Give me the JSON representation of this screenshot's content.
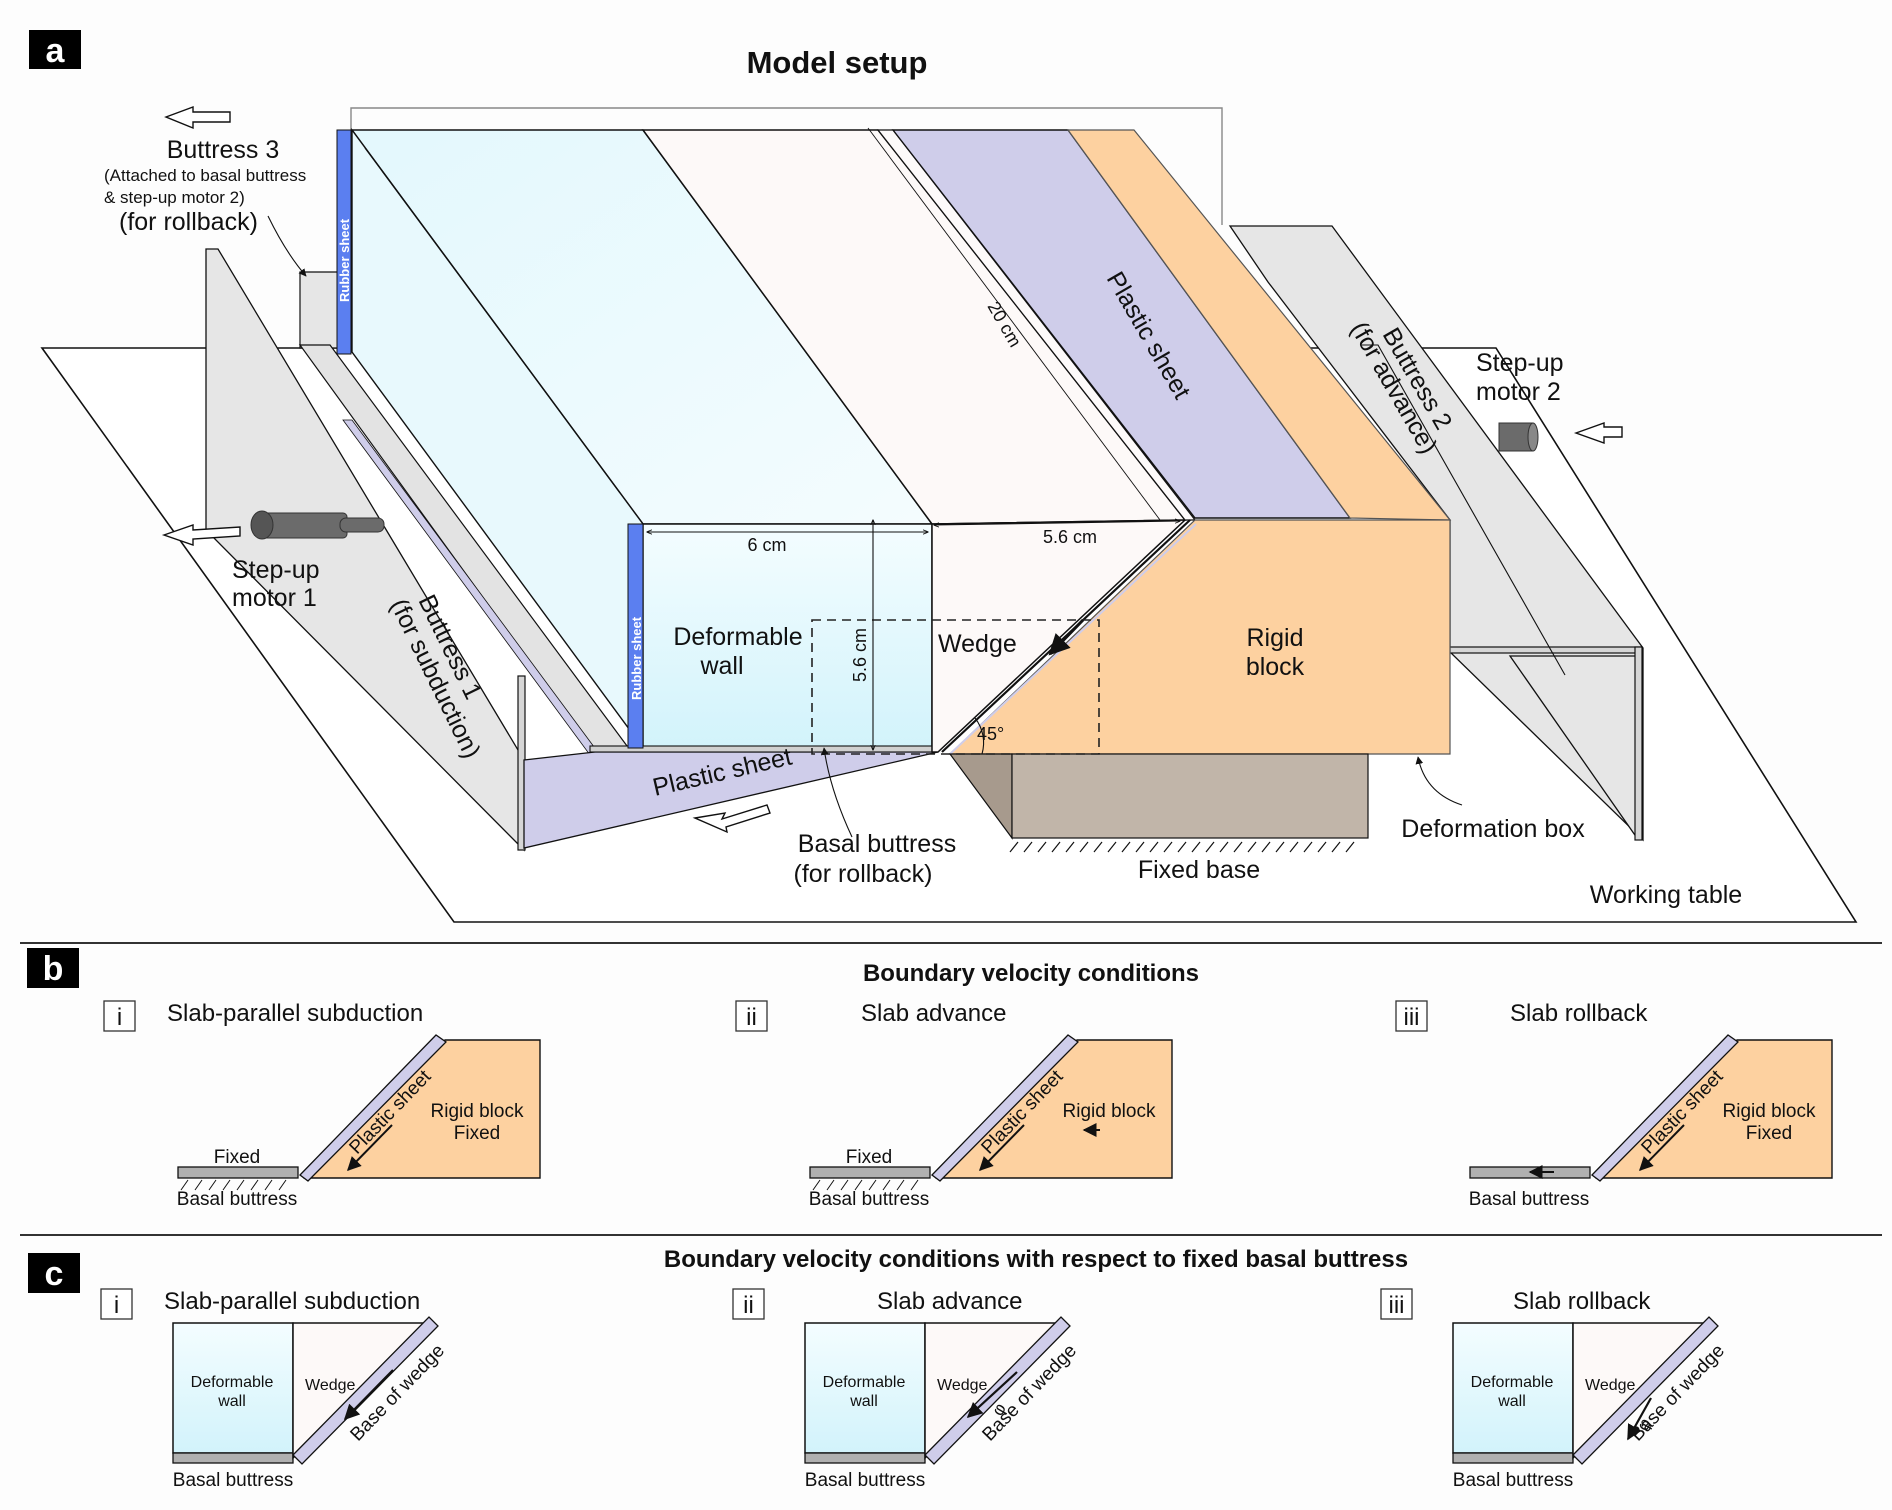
{
  "colors": {
    "deformable_wall": "#d8f4fb",
    "wedge": "#fdf9f8",
    "plastic_sheet": "#cfcdea",
    "rigid_block": "#fdd1a0",
    "rubber_sheet": "#5b7ff0",
    "buttress": "#e6e6e6",
    "fixed_base": "#c1b5a9",
    "basal_buttress": "#b0b0b0",
    "motor": "#6b6b6b"
  },
  "panel_a": {
    "letter": "a",
    "title": "Model setup",
    "labels": {
      "buttress3": "Buttress 3",
      "buttress3_note1": "(Attached to basal buttress",
      "buttress3_note2": "& step-up motor 2)",
      "buttress3_note3": "(for rollback)",
      "rubber_sheet_top": "Rubber sheet",
      "rubber_sheet_front": "Rubber sheet",
      "step_up_motor1_l1": "Step-up",
      "step_up_motor1_l2": "motor 1",
      "buttress1_l1": "Buttress 1",
      "buttress1_l2": "(for subduction)",
      "deformable_wall_l1": "Deformable",
      "deformable_wall_l2": "wall",
      "dim_width": "6 cm",
      "dim_height": "5.6 cm",
      "dim_wedge_top": "5.6 cm",
      "dim_length": "20 cm",
      "wedge": "Wedge",
      "angle": "45°",
      "plastic_sheet_top": "Plastic sheet",
      "plastic_sheet_bottom": "Plastic sheet",
      "rigid_block_l1": "Rigid",
      "rigid_block_l2": "block",
      "buttress2_l1": "Buttress 2",
      "buttress2_l2": "(for advance)",
      "step_up_motor2_l1": "Step-up",
      "step_up_motor2_l2": "motor 2",
      "basal_buttress_l1": "Basal buttress",
      "basal_buttress_l2": "(for rollback)",
      "fixed_base": "Fixed base",
      "deformation_box": "Deformation box",
      "working_table": "Working table"
    }
  },
  "panel_b": {
    "letter": "b",
    "title": "Boundary velocity conditions",
    "cases": [
      {
        "numeral": "i",
        "title": "Slab-parallel subduction",
        "basal_label": "Basal buttress",
        "basal_state": "Fixed",
        "sheet_label": "Plastic sheet",
        "block_l1": "Rigid block",
        "block_l2": "Fixed"
      },
      {
        "numeral": "ii",
        "title": "Slab advance",
        "basal_label": "Basal buttress",
        "basal_state": "Fixed",
        "sheet_label": "Plastic sheet",
        "block_l1": "Rigid block",
        "block_l2": ""
      },
      {
        "numeral": "iii",
        "title": "Slab rollback",
        "basal_label": "Basal buttress",
        "basal_state": "",
        "sheet_label": "Plastic sheet",
        "block_l1": "Rigid block",
        "block_l2": "Fixed"
      }
    ]
  },
  "panel_c": {
    "letter": "c",
    "title": "Boundary velocity conditions with respect to fixed basal buttress",
    "cases": [
      {
        "numeral": "i",
        "title": "Slab-parallel subduction",
        "wall_l1": "Deformable",
        "wall_l2": "wall",
        "wedge": "Wedge",
        "base": "Base of wedge",
        "basal": "Basal buttress",
        "phi": ""
      },
      {
        "numeral": "ii",
        "title": "Slab advance",
        "wall_l1": "Deformable",
        "wall_l2": "wall",
        "wedge": "Wedge",
        "base": "Base of wedge",
        "basal": "Basal buttress",
        "phi": "φ"
      },
      {
        "numeral": "iii",
        "title": "Slab rollback",
        "wall_l1": "Deformable",
        "wall_l2": "wall",
        "wedge": "Wedge",
        "base": "Base of wedge",
        "basal": "Basal buttress",
        "phi": "φ"
      }
    ]
  }
}
